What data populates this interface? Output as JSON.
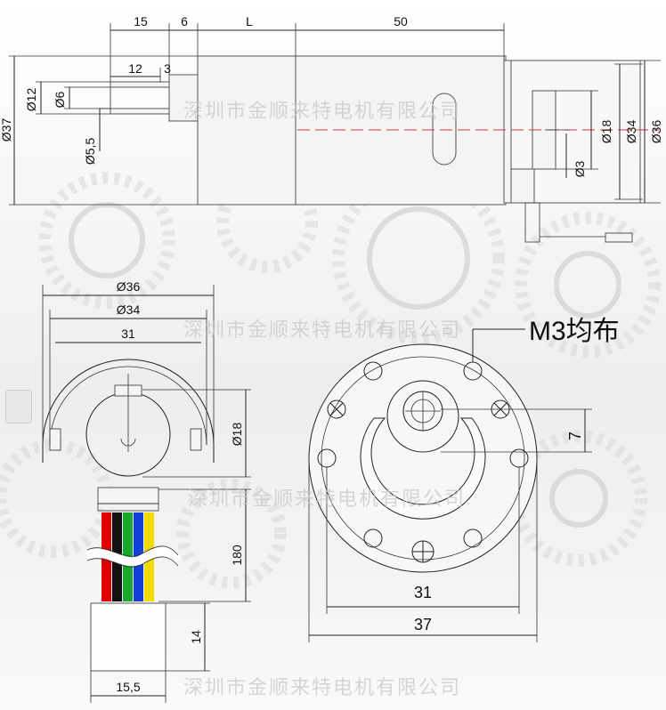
{
  "watermark": "深圳市金顺来特电机有限公司",
  "side_view": {
    "top_dims": [
      "15",
      "6",
      "L",
      "50"
    ],
    "inner_dims": [
      "12",
      "3"
    ],
    "left_dims": [
      "Ø37",
      "Ø12",
      "Ø6",
      "Ø5,5"
    ],
    "right_dims": [
      "Ø18",
      "Ø34",
      "Ø36",
      "Ø3"
    ]
  },
  "rear_view": {
    "dims_top": [
      "Ø36",
      "Ø34",
      "31"
    ],
    "dim_right": "Ø18",
    "cable_length": "180",
    "connector_height": "14",
    "connector_width": "15,5",
    "wire_colors": [
      "#e00000",
      "#111111",
      "#17a82e",
      "#1440d8",
      "#f2dc00"
    ]
  },
  "front_view": {
    "hole_label": "M3均布",
    "dim_flat": "7",
    "dim_inner": "31",
    "dim_outer": "37"
  }
}
